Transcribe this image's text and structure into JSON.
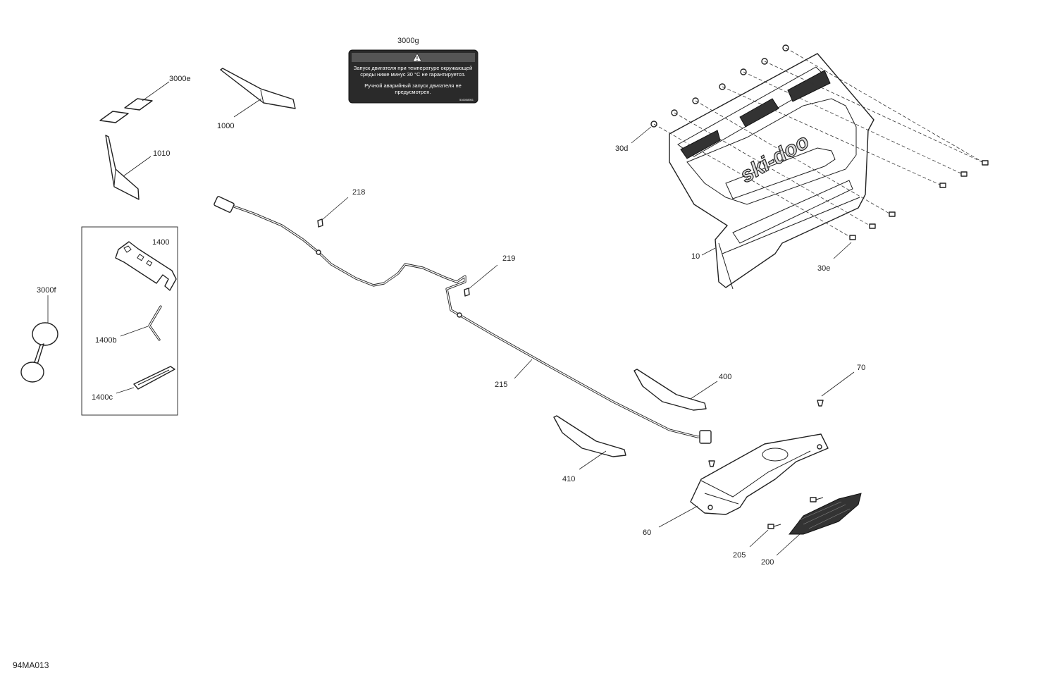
{
  "diagram": {
    "drawing_id": "94MA013",
    "callouts": {
      "p3000g": "3000g",
      "p3000e": "3000e",
      "p1000": "1000",
      "p1010": "1010",
      "p1400": "1400",
      "p1400b": "1400b",
      "p1400c": "1400c",
      "p3000f": "3000f",
      "p218": "218",
      "p219": "219",
      "p215": "215",
      "p30d": "30d",
      "p10": "10",
      "p30e": "30e",
      "p400": "400",
      "p410": "410",
      "p70": "70",
      "p60": "60",
      "p205": "205",
      "p200": "200"
    },
    "warning_label": {
      "line1": "Запуск двигателя при температуре окружающей",
      "line2": "среды ниже минус 30 °C не гарантируется.",
      "line3": "Ручной аварийный запуск двигателя не",
      "line4": "предусмотрен.",
      "code": "516008951"
    },
    "brand_mark": "ski-doo",
    "colors": {
      "line": "#222222",
      "label_background": "#2a2a2a",
      "label_text": "#ffffff"
    }
  }
}
